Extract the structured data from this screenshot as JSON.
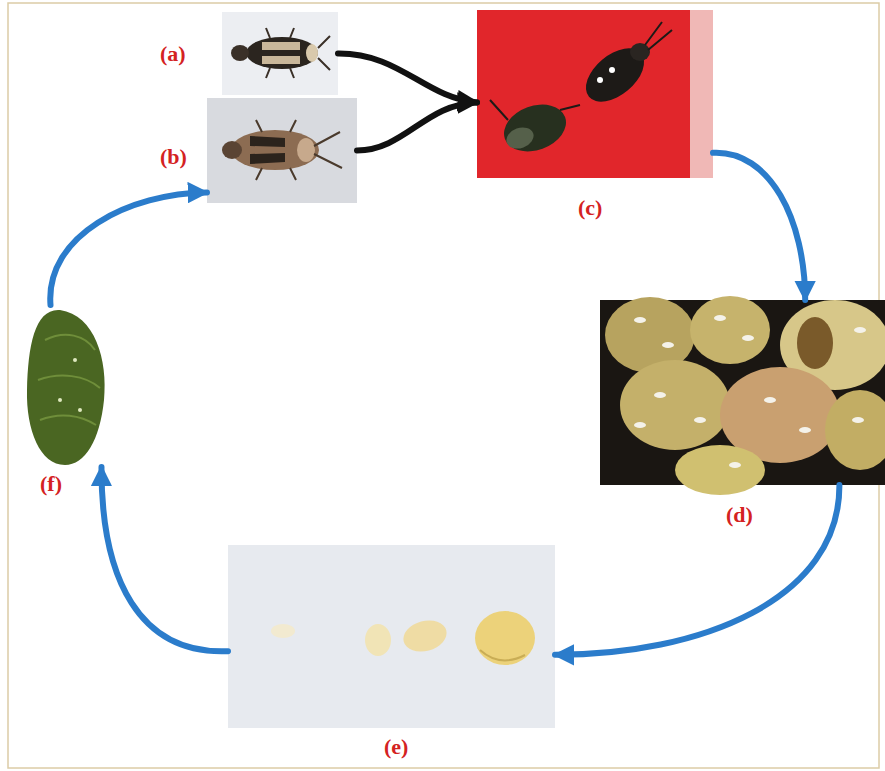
{
  "diagram": {
    "nodes": [
      {
        "text": [
          "(a)"
        ]
      },
      {
        "text": [
          "(b)"
        ]
      },
      {
        "text": [
          "(c)"
        ]
      },
      {
        "text": [
          "(d)"
        ]
      },
      {
        "text": [
          "(e)"
        ]
      },
      {
        "text": [
          "(f)"
        ]
      }
    ],
    "edges": [
      {
        "from": 0,
        "to": 2,
        "arrow": "to"
      },
      {
        "from": 1,
        "to": 2,
        "arrow": "to"
      },
      {
        "from": 2,
        "to": 3,
        "arrow": "to"
      },
      {
        "from": 3,
        "to": 4,
        "arrow": "to"
      },
      {
        "from": 4,
        "to": 5,
        "arrow": "to"
      },
      {
        "from": 5,
        "to": 1,
        "arrow": "to"
      }
    ]
  }
}
